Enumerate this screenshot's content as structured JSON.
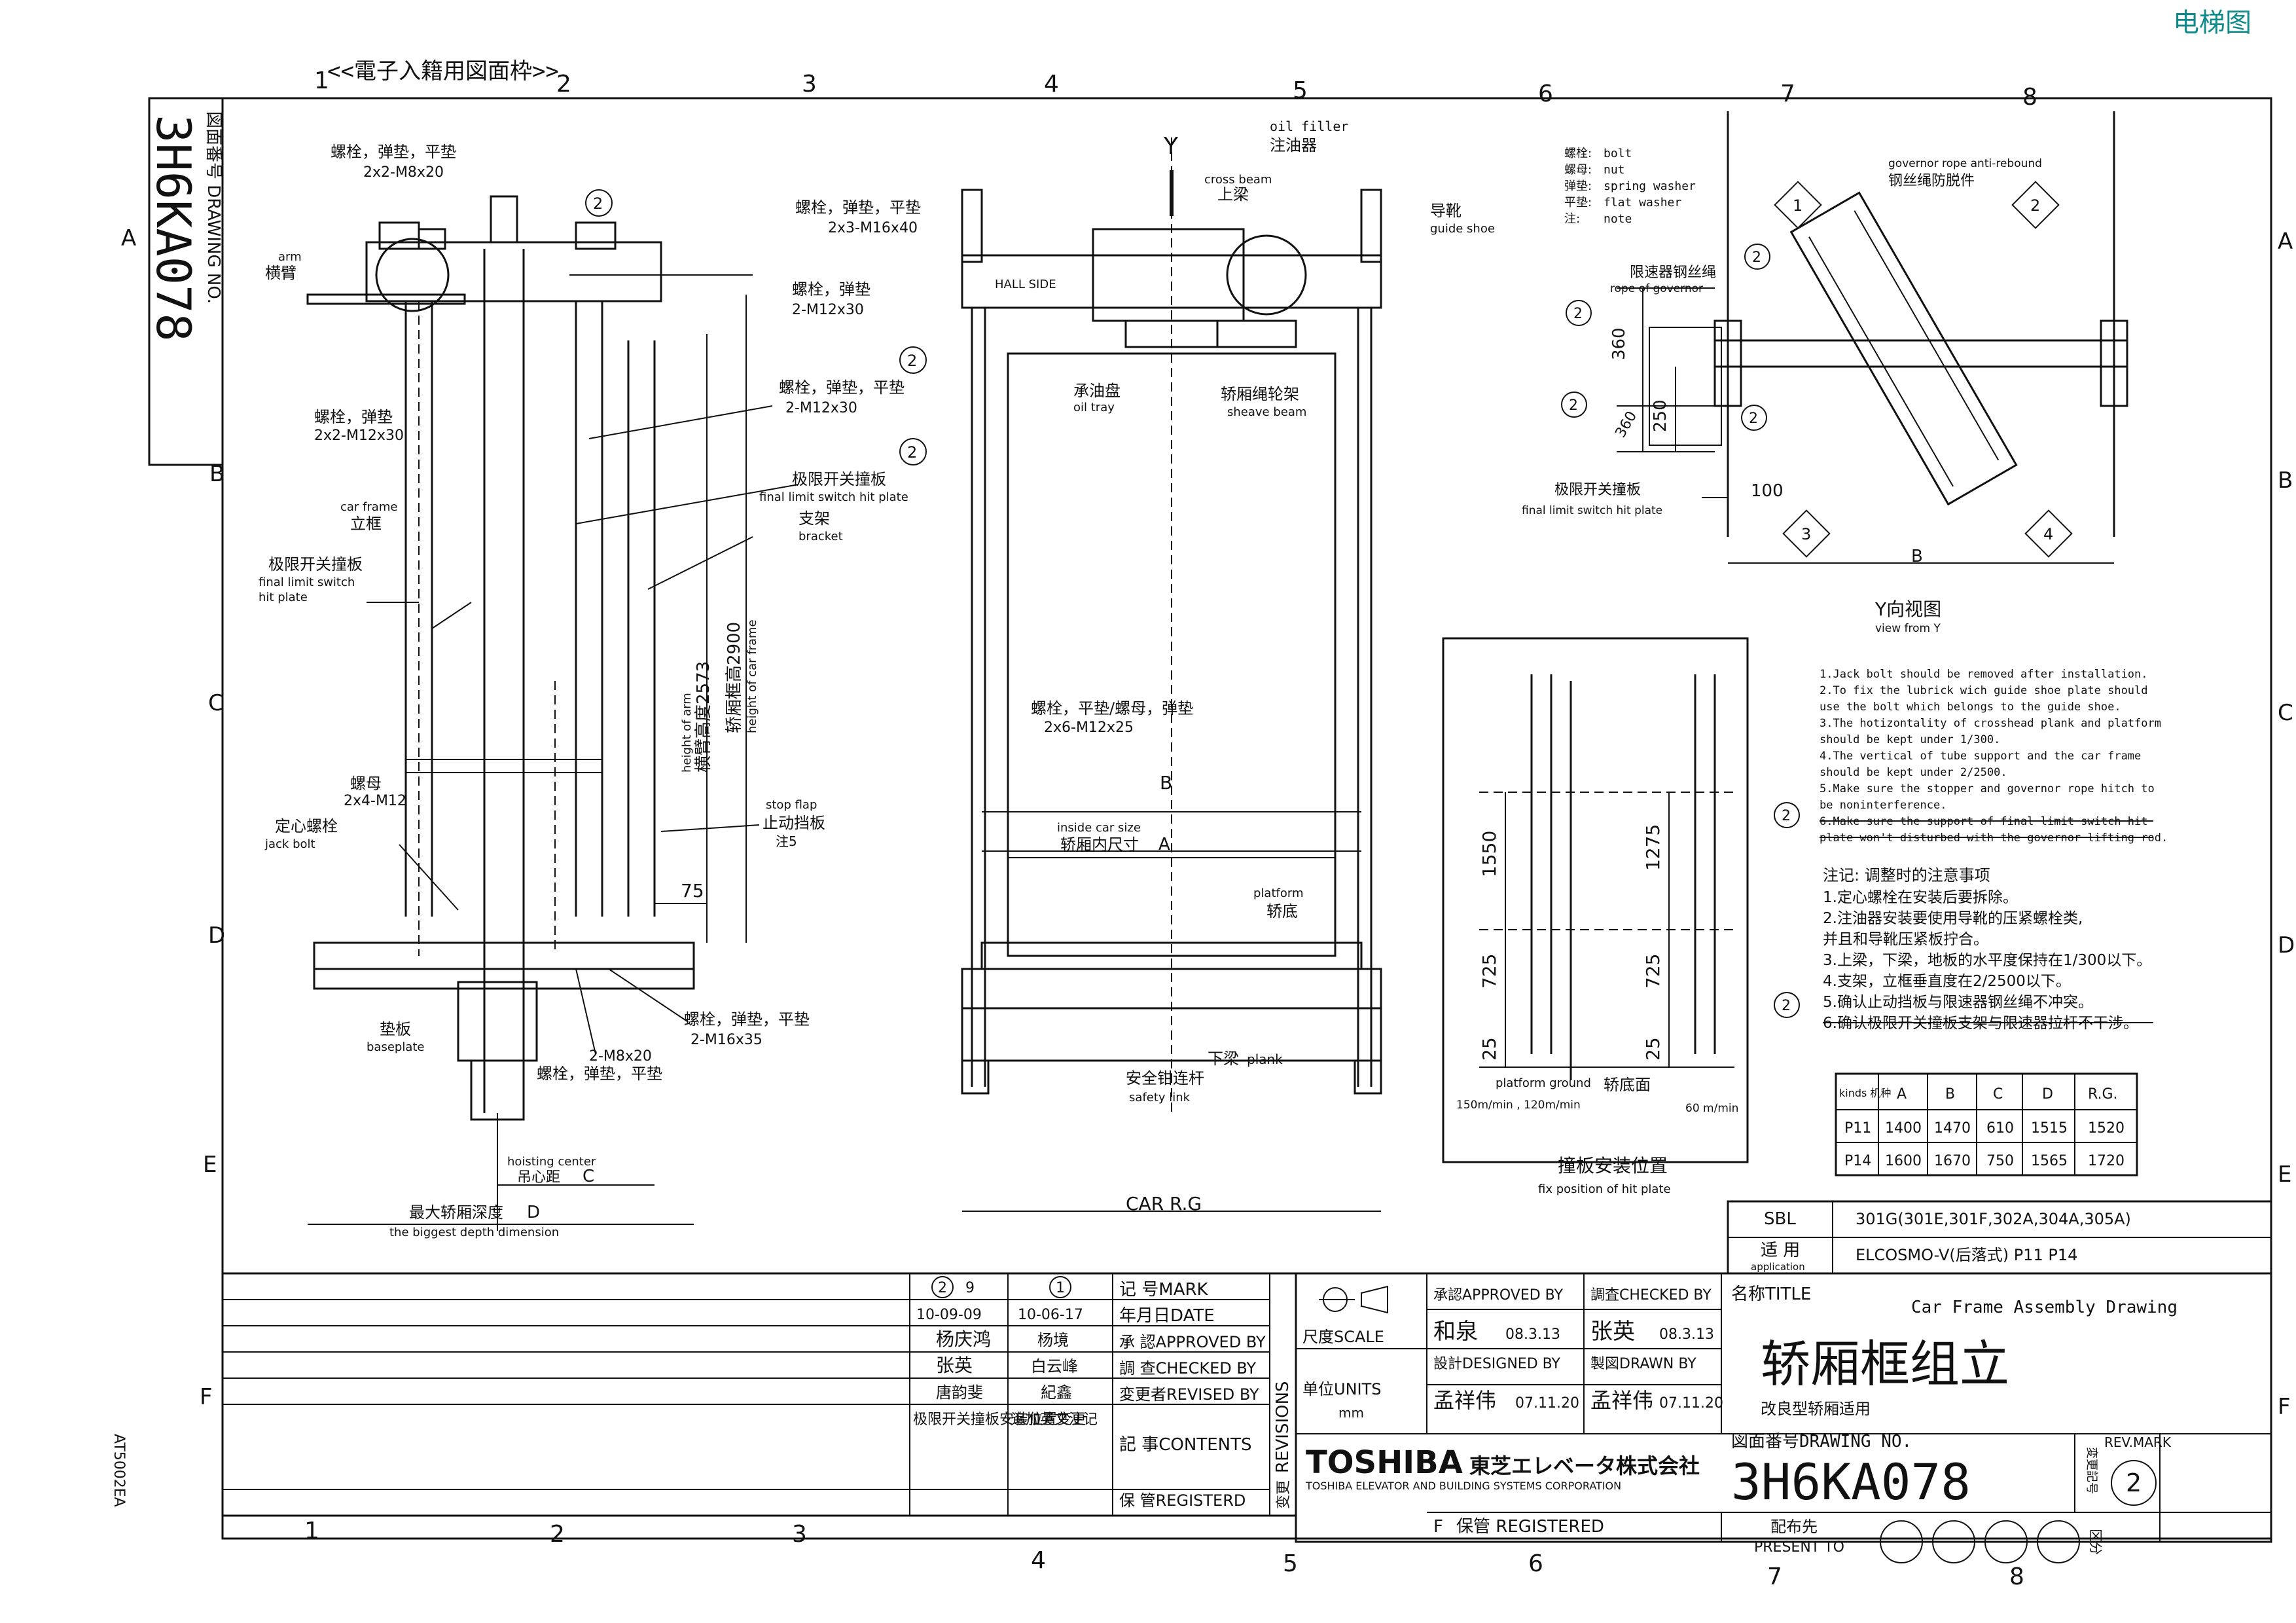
{
  "watermark": "电梯图",
  "frame_title": "<<電子入籍用図面枠>>",
  "side_drawing_no_label": "図面番号 DRAWING NO.",
  "side_drawing_no": "3H6KA078",
  "side_code": "AT5002EA",
  "col_numbers": [
    "1",
    "2",
    "3",
    "4",
    "5",
    "6",
    "7",
    "8"
  ],
  "row_letters": [
    "A",
    "B",
    "C",
    "D",
    "E",
    "F"
  ],
  "view1": {
    "labels": {
      "bolt_washer_top": "螺栓，弹垫，平垫",
      "bolt_top_size": "2x2-M8x20",
      "arm_en": "arm",
      "arm_cn": "横臂",
      "bolt_washer_m12a": "螺栓，弹垫",
      "bolt_m12a_size": "2-M12x30",
      "bolt_washer_m12b": "螺栓，弹垫，平垫",
      "bolt_m12b_size": "2-M12x30",
      "bolt_left": "螺栓，弹垫",
      "bolt_left_size": "2x2-M12x30",
      "car_frame_en": "car frame",
      "car_frame_cn": "立框",
      "final_limit_cn": "极限开关撞板",
      "final_limit_en1": "final limit switch",
      "final_limit_en2": "hit plate",
      "final_limit_r_cn": "极限开关撞板",
      "final_limit_r_en": "final limit switch hit plate",
      "bracket_cn": "支架",
      "bracket_en": "bracket",
      "height_arm_en": "height of arm",
      "height_arm_cn": "横臂高度2573",
      "height_frame_cn": "轿厢框高2900",
      "height_frame_en": "height of car frame",
      "nut_cn": "螺母",
      "nut_size": "2x4-M12",
      "jack_bolt_cn": "定心螺栓",
      "jack_bolt_en": "jack bolt",
      "stop_flap_en": "stop flap",
      "stop_flap_cn": "止动挡板",
      "stop_flap_note": "注5",
      "dim_75": "75",
      "baseplate_cn": "垫板",
      "baseplate_en": "baseplate",
      "bolt_m8_size": "2-M8x20",
      "bolt_m8_cn": "螺栓，弹垫，平垫",
      "bolt_m16_cn": "螺栓，弹垫，平垫",
      "bolt_m16_size": "2-M16x35",
      "hoisting_en": "hoisting center",
      "hoisting_cn": "吊心距",
      "hoisting_letter": "C",
      "depth_cn": "最大轿厢深度",
      "depth_letter": "D",
      "depth_en": "the biggest depth dimension",
      "circle_2": "2"
    }
  },
  "view2": {
    "labels": {
      "y_axis": "Y",
      "oil_filler_en": "oil filler",
      "oil_filler_cn": "注油器",
      "cross_beam_en": "cross beam",
      "cross_beam_cn": "上梁",
      "guide_shoe_cn": "导靴",
      "guide_shoe_en": "guide shoe",
      "bolt_m16_cn": "螺栓，弹垫，平垫",
      "bolt_m16_size": "2x3-M16x40",
      "oil_tray_cn": "承油盘",
      "oil_tray_en": "oil tray",
      "sheave_cn": "轿厢绳轮架",
      "sheave_en": "sheave beam",
      "hallside": "HALL SIDE",
      "bolt_nut_cn": "螺栓，平垫/螺母，弹垫",
      "bolt_nut_size": "2x6-M12x25",
      "dim_b": "B",
      "inside_en": "inside car size",
      "inside_cn": "轿厢内尺寸",
      "inside_letter": "A",
      "platform_en": "platform",
      "platform_cn": "轿底",
      "plank_cn": "下梁",
      "plank_en": "plank",
      "safety_cn": "安全钳连杆",
      "safety_en": "safety link",
      "car_rg": "CAR R.G"
    }
  },
  "view_y": {
    "legend": [
      {
        "cn": "螺栓:",
        "en": "bolt"
      },
      {
        "cn": "螺母:",
        "en": "nut"
      },
      {
        "cn": "弹垫:",
        "en": "spring washer"
      },
      {
        "cn": "平垫:",
        "en": "flat washer"
      },
      {
        "cn": "注:",
        "en": "note"
      }
    ],
    "governor_en": "governor rope anti-rebound",
    "governor_cn": "钢丝绳防脱件",
    "governor_rope_cn": "限速器钢丝绳",
    "governor_rope_en": "rope of governor",
    "dim_360a": "360",
    "dim_250": "250",
    "dim_360b": "360",
    "dim_100": "100",
    "dim_b": "B",
    "final_cn": "极限开关撞板",
    "final_en": "final limit switch hit plate",
    "title_cn": "Y向视图",
    "title_en": "view from Y",
    "d1": "1",
    "d2": "2",
    "d3": "3",
    "d4": "4",
    "c2": "2"
  },
  "notes_en": [
    "1.Jack bolt should be removed after installation.",
    "2.To fix the lubrick wich guide shoe plate should",
    "use the bolt which belongs to the guide shoe.",
    "3.The hotizontality of crosshead plank and platform",
    "should be kept under 1/300.",
    "4.The vertical of tube support and the car frame",
    "should be kept under 2/2500.",
    "5.Make sure the stopper and governor rope hitch to",
    "be noninterference.",
    "6.Make sure the support of final limit switch hit",
    "plate won't disturbed with the governor lifting rod."
  ],
  "notes_cn_title": "注记: 调整时的注意事项",
  "notes_cn": [
    "1.定心螺栓在安装后要拆除。",
    "2.注油器安装要使用导靴的压紧螺栓类,",
    "  并且和导靴压紧板拧合。",
    "3.上梁，下梁，地板的水平度保持在1/300以下。",
    "4.支架，立框垂直度在2/2500以下。",
    "5.确认止动挡板与限速器钢丝绳不冲突。",
    "6.确认极限开关撞板支架与限速器拉杆不干涉。"
  ],
  "hit_plate": {
    "dim_1550": "1550",
    "dim_1275": "1275",
    "dim_725a": "725",
    "dim_725b": "725",
    "dim_25a": "25",
    "dim_25b": "25",
    "platform_ground": "platform ground",
    "floor_cn": "轿底面",
    "speed_left": "150m/min , 120m/min",
    "speed_right": "60 m/min",
    "title_cn": "撞板安装位置",
    "title_en": "fix position of hit plate"
  },
  "spec_table": {
    "header": [
      "kinds 机种",
      "A",
      "B",
      "C",
      "D",
      "R.G."
    ],
    "rows": [
      [
        "P11",
        "1400",
        "1470",
        "610",
        "1515",
        "1520"
      ],
      [
        "P14",
        "1600",
        "1670",
        "750",
        "1565",
        "1720"
      ]
    ]
  },
  "application": {
    "sbl_label": "SBL",
    "sbl_value": "301G(301E,301F,302A,304A,305A)",
    "app_cn": "适 用",
    "app_en": "application",
    "app_value": "ELCOSMO-V(后落式) P11 P14"
  },
  "revisions": {
    "mark_label": "记 号MARK",
    "date_label": "年月日DATE",
    "approved_label": "承 認APPROVED BY",
    "checked_label": "調 查CHECKED BY",
    "revised_label": "変更者REVISED BY",
    "contents_label": "記 事CONTENTS",
    "registered_label": "保 管REGISTERD",
    "side_label": "REVISIONS",
    "side_cn": "变更",
    "rev2": {
      "mark": "2",
      "sheet": "9",
      "date": "10-09-09",
      "approved": "杨庆鸿",
      "checked": "张英",
      "revised": "唐韵斐",
      "contents": "极限开关撞板安装位置变更"
    },
    "rev1": {
      "mark": "1",
      "date": "10-06-17",
      "approved": "杨境",
      "checked": "白云峰",
      "revised": "紀鑫",
      "contents": "追加英文注记"
    }
  },
  "title_block": {
    "scale_label": "尺度SCALE",
    "units_label": "单位UNITS",
    "units_value": "mm",
    "approved_label": "承認APPROVED BY",
    "approved_name": "和泉",
    "approved_date": "08.3.13",
    "checked_label": "調査CHECKED BY",
    "checked_name": "张英",
    "checked_date": "08.3.13",
    "designed_label": "設計DESIGNED BY",
    "designed_name": "孟祥伟",
    "designed_date": "07.11.20",
    "drawn_label": "製図DRAWN BY",
    "drawn_name": "孟祥伟",
    "drawn_date": "07.11.20",
    "company_brand": "TOSHIBA",
    "company_cn": "東芝エレベータ株式会社",
    "company_en": "TOSHIBA ELEVATOR AND BUILDING SYSTEMS CORPORATION",
    "title_label": "名称TITLE",
    "title_en": "Car Frame Assembly Drawing",
    "title_cn": "轿厢框组立",
    "subtitle": "改良型轿厢适用",
    "drawing_no_label": "図面番号DRAWING NO.",
    "drawing_no": "3H6KA078",
    "rev_mark_label": "REV.MARK",
    "rev_side": "変更記号",
    "rev_mark": "2",
    "registered_label": "保管 REGISTERED",
    "present_cn": "配布先",
    "present_en": "PRESENT TO",
    "section_cn": "区分",
    "f_label": "F"
  }
}
